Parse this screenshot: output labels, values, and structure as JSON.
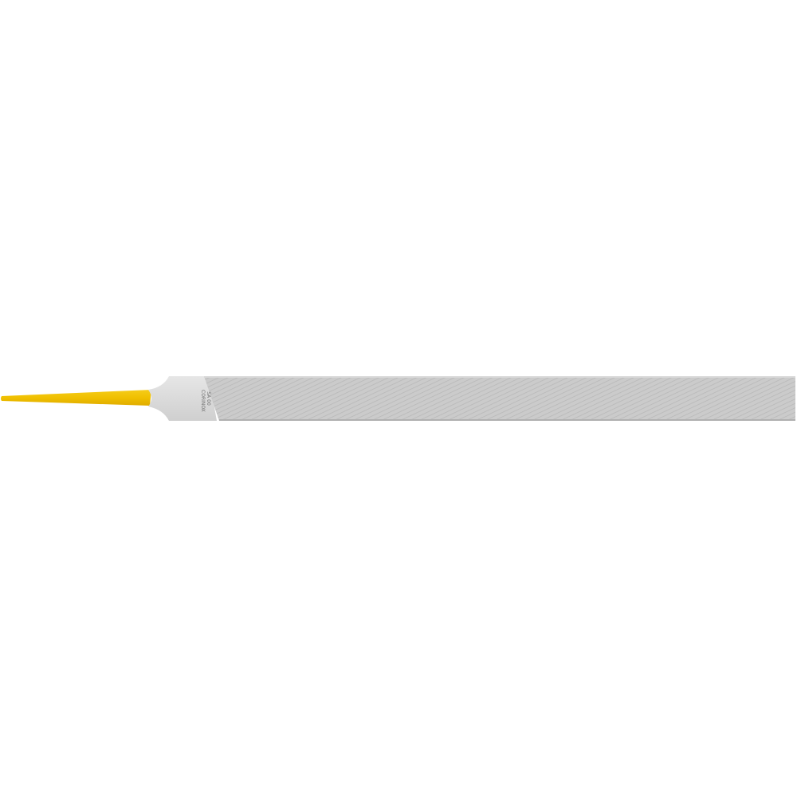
{
  "product": {
    "type": "hand file (flat)",
    "tang_color": "#f2c200",
    "body_color": "#c9c9c9",
    "shoulder_color": "#dedede",
    "background": "#ffffff",
    "stamp": {
      "line1": "SA 00",
      "line2": "CORINOX"
    }
  }
}
